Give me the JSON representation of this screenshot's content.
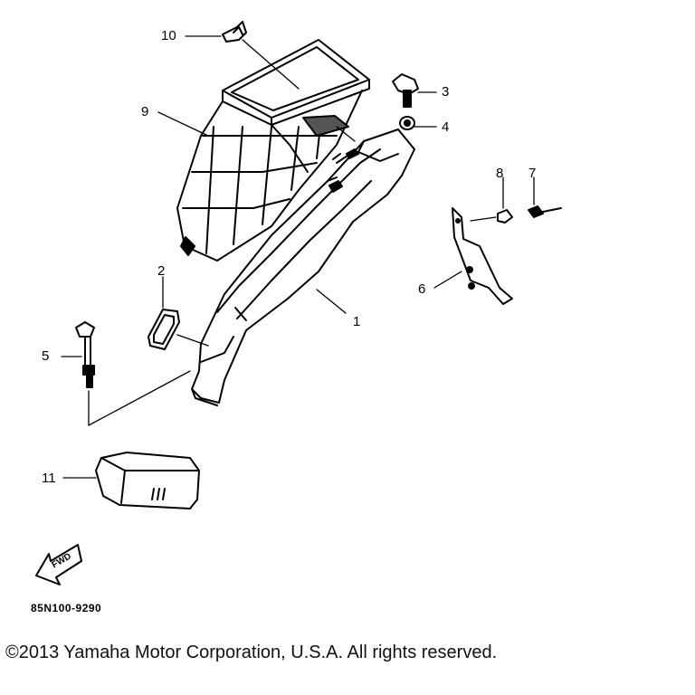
{
  "callouts": {
    "c1": "1",
    "c2": "2",
    "c3": "3",
    "c4": "4",
    "c5": "5",
    "c6": "6",
    "c7": "7",
    "c8": "8",
    "c9": "9",
    "c10": "10",
    "c11": "11"
  },
  "fwd_label": "FWD",
  "part_code": "85N100-9290",
  "copyright": "©2013 Yamaha Motor Corporation, U.S.A. All rights reserved.",
  "icons": {
    "fwd": "forward-arrow-icon"
  }
}
